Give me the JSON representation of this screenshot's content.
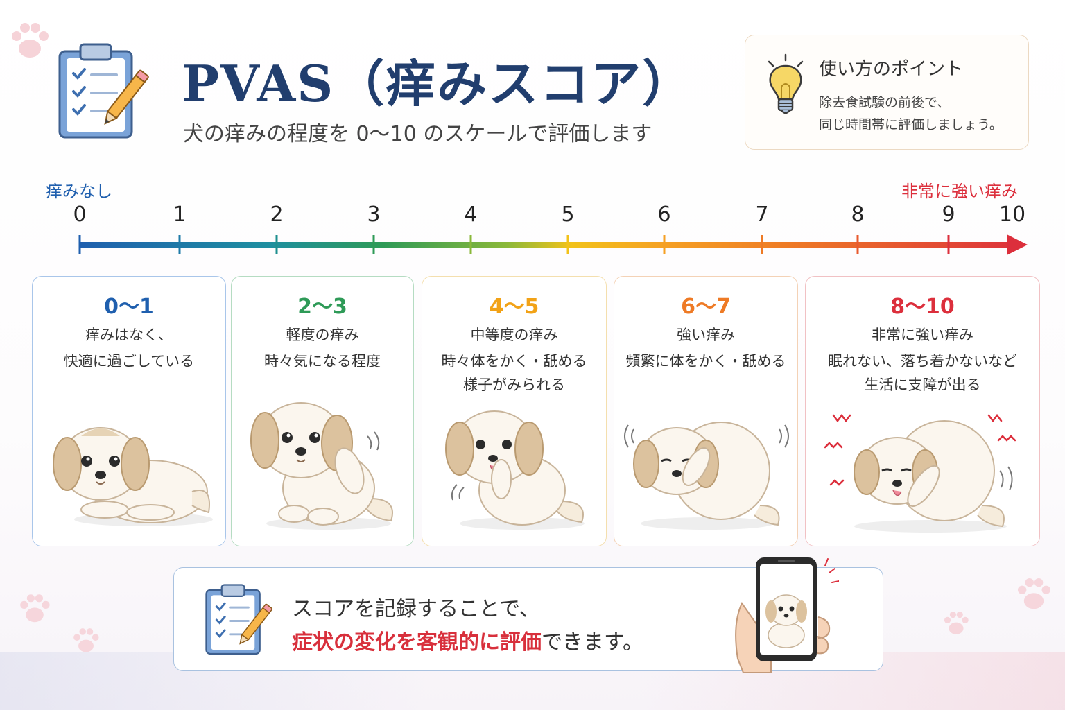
{
  "header": {
    "title": "PVAS（痒みスコア）",
    "subtitle": "犬の痒みの程度を 0～10 のスケールで評価します"
  },
  "tip": {
    "title": "使い方のポイント",
    "line1": "除去食試験の前後で、",
    "line2": "同じ時間帯に評価しましょう。"
  },
  "scale": {
    "min_label": "痒みなし",
    "max_label": "非常に強い痒み",
    "ticks": [
      "0",
      "1",
      "2",
      "3",
      "4",
      "5",
      "6",
      "7",
      "8",
      "9",
      "10"
    ]
  },
  "cards": [
    {
      "range": "0～1",
      "line1": "痒みはなく、",
      "line2": "快適に過ごしている",
      "line3": "",
      "color": "#1f5fae",
      "border": "#a9c6ea"
    },
    {
      "range": "2～3",
      "line1": "軽度の痒み",
      "line2": "時々気になる程度",
      "line3": "",
      "color": "#2e9a57",
      "border": "#b5dcc2"
    },
    {
      "range": "4～5",
      "line1": "中等度の痒み",
      "line2": "時々体をかく・舐める",
      "line3": "様子がみられる",
      "color": "#f2a216",
      "border": "#f4dfae"
    },
    {
      "range": "6～7",
      "line1": "強い痒み",
      "line2": "頻繁に体をかく・舐める",
      "line3": "",
      "color": "#ee7a25",
      "border": "#f4d2b6"
    },
    {
      "range": "8～10",
      "line1": "非常に強い痒み",
      "line2": "眠れない、落ち着かないなど",
      "line3": "生活に支障が出る",
      "color": "#dc2f3c",
      "border": "#f1c1c4"
    }
  ],
  "note": {
    "line1": "スコアを記録することで、",
    "highlight": "症状の変化を客観的に評価",
    "tail": "できます。"
  },
  "colors": {
    "title": "#213e6e",
    "scale_start": "#1f5fae",
    "scale_end": "#dc2f3c"
  }
}
